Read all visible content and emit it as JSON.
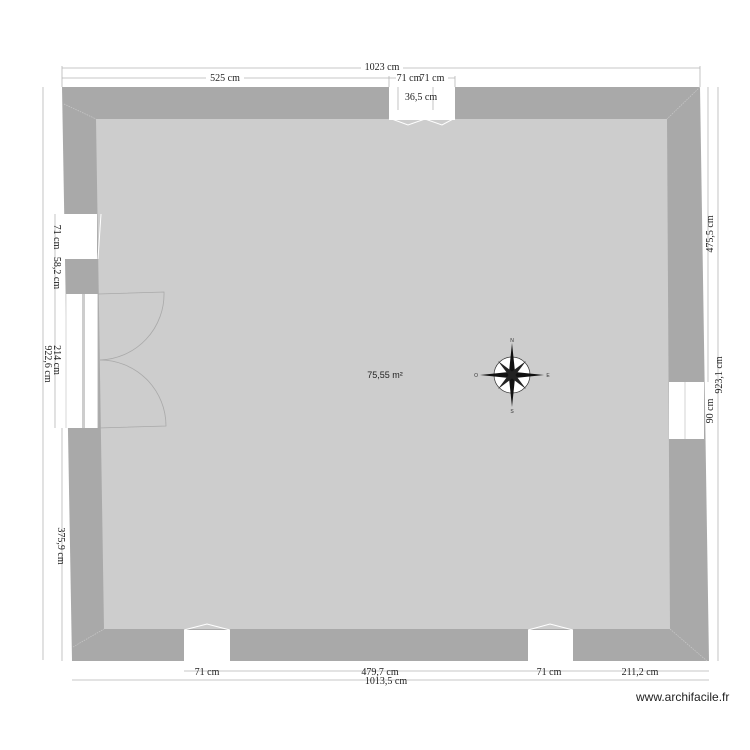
{
  "plan": {
    "room_area": "75,55 m²",
    "colors": {
      "wall": "#a9a9a9",
      "floor": "#cdcdcd",
      "opening": "#ffffff",
      "dim_line": "#b5b5b5",
      "text": "#222222"
    },
    "dimensions": {
      "top_total": "1023 cm",
      "top_left_segment": "525 cm",
      "top_window_width": "71 cm",
      "top_window_overlap": "71 cm",
      "top_window_depth": "36,5 cm",
      "left_window_width": "71 cm",
      "left_segment_under_window": "58,2 cm",
      "left_door_width": "214 cm",
      "left_total": "922,6 cm",
      "left_bottom_segment": "375,9 cm",
      "right_top_segment": "475,5 cm",
      "right_total": "923,1 cm",
      "right_window_width": "90 cm",
      "bottom_left_window": "71 cm",
      "bottom_middle_segment": "479,7 cm",
      "bottom_right_window": "71 cm",
      "bottom_right_segment": "211,2 cm",
      "bottom_total": "1013,5 cm"
    },
    "compass": {
      "north": "N",
      "south": "S",
      "east": "E",
      "west": "O"
    }
  },
  "watermark": "www.archifacile.fr"
}
